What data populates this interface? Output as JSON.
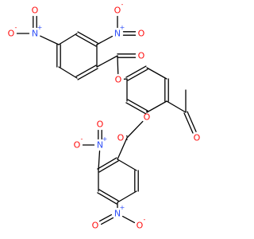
{
  "colors": {
    "bond": "#000000",
    "oxygen": "#ff0d0d",
    "nitrogen": "#3050f8",
    "background": "#ffffff"
  },
  "atoms": [
    {
      "id": "o_top_l",
      "el": "O",
      "label": "O",
      "charge": "-"
    },
    {
      "id": "n_top_l",
      "el": "N",
      "label": "N",
      "charge": "+"
    },
    {
      "id": "o_top_l2",
      "el": "O",
      "label": "O",
      "charge": ""
    },
    {
      "id": "o_top_r",
      "el": "O",
      "label": "O",
      "charge": "-"
    },
    {
      "id": "n_top_r",
      "el": "N",
      "label": "N",
      "charge": "+"
    },
    {
      "id": "o_top_r2",
      "el": "O",
      "label": "O",
      "charge": ""
    },
    {
      "id": "o_ester1_co",
      "el": "O",
      "label": "O",
      "charge": ""
    },
    {
      "id": "o_ester1",
      "el": "O",
      "label": "O",
      "charge": ""
    },
    {
      "id": "o_ester2",
      "el": "O",
      "label": "O",
      "charge": ""
    },
    {
      "id": "o_acetyl",
      "el": "O",
      "label": "O",
      "charge": ""
    },
    {
      "id": "o_ester2_co",
      "el": "O",
      "label": "O",
      "charge": ""
    },
    {
      "id": "o_bot_n1a",
      "el": "O",
      "label": "O",
      "charge": "-"
    },
    {
      "id": "n_bot_1",
      "el": "N",
      "label": "N",
      "charge": "+"
    },
    {
      "id": "o_bot_n1b",
      "el": "O",
      "label": "O",
      "charge": ""
    },
    {
      "id": "n_bot_2",
      "el": "N",
      "label": "N",
      "charge": "+"
    },
    {
      "id": "o_bot_n2a",
      "el": "O",
      "label": "O",
      "charge": ""
    },
    {
      "id": "o_bot_n2b",
      "el": "O",
      "label": "O",
      "charge": "-"
    }
  ]
}
